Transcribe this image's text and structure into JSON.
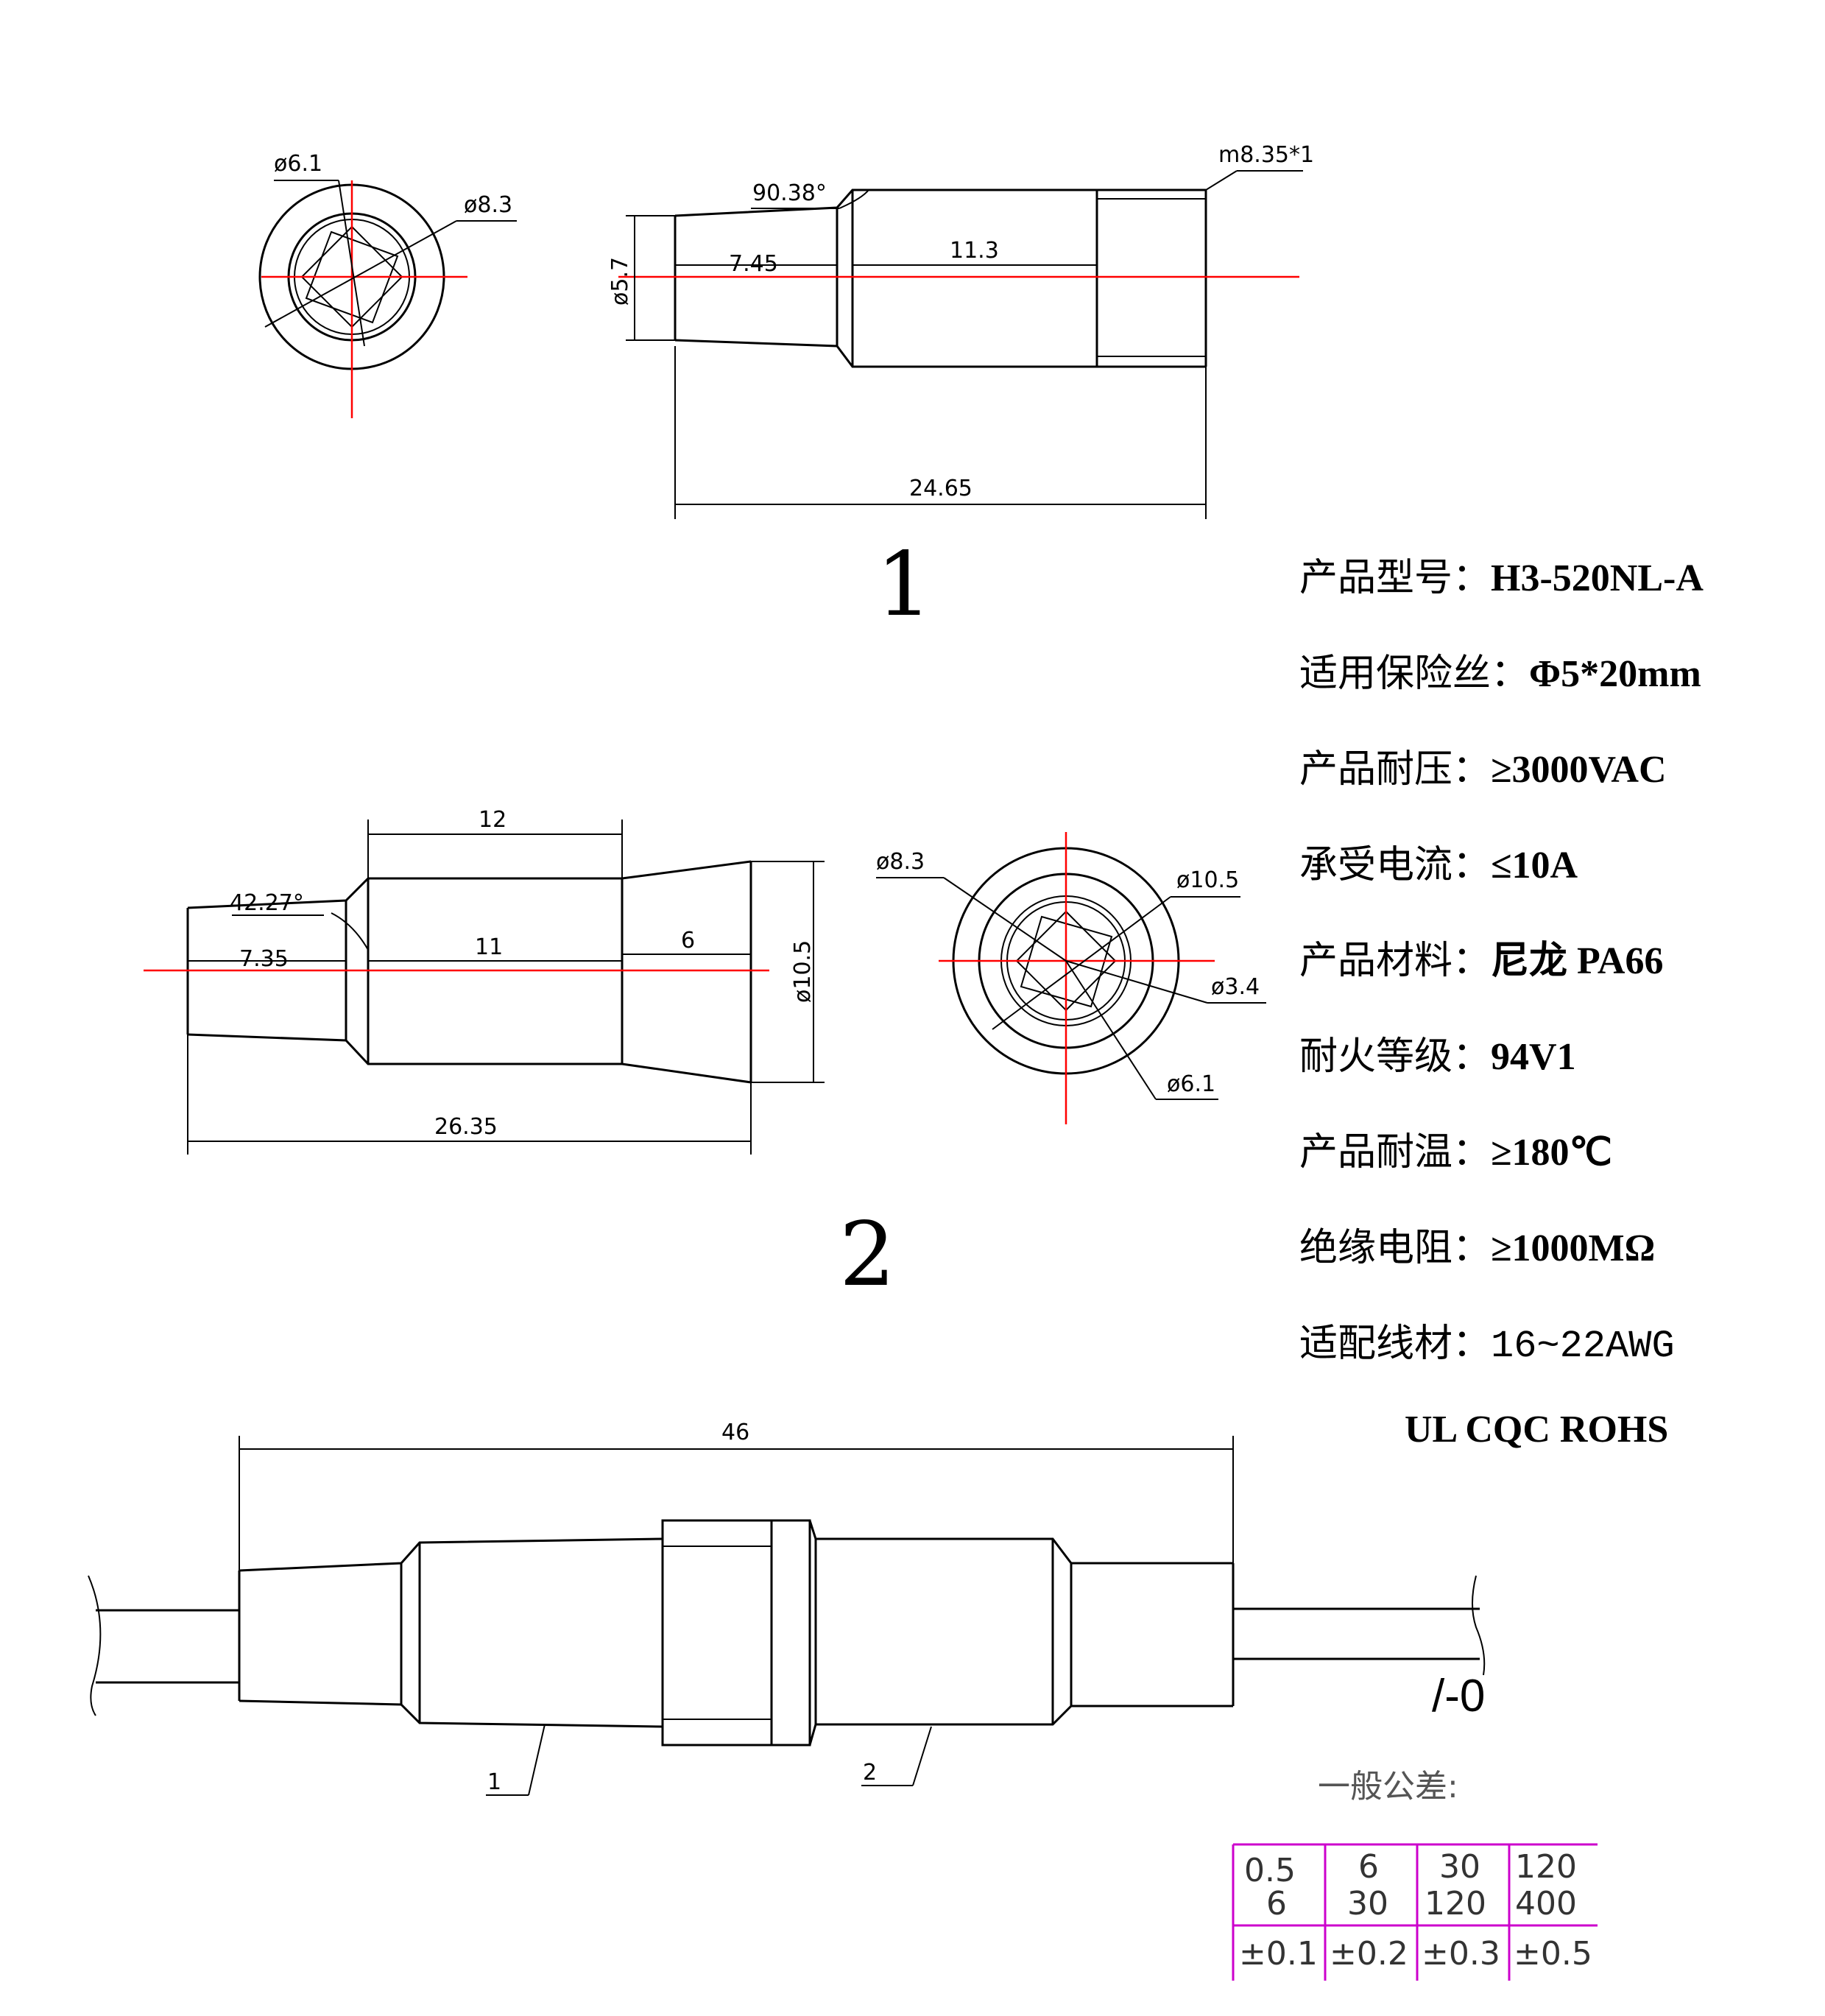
{
  "views": {
    "part1": {
      "label": "1",
      "end_view": {
        "d_inner": "ø6.1",
        "d_outer": "ø8.3"
      },
      "side_view": {
        "thread": "m8.35*1",
        "angle": "90.38°",
        "diameter": "ø5.7",
        "len_a": "7.45",
        "len_b": "11.3",
        "total": "24.65"
      }
    },
    "part2": {
      "label": "2",
      "side_view": {
        "top": "12",
        "angle": "42.27°",
        "len_a": "7.35",
        "len_b": "11",
        "len_c": "6",
        "diameter": "ø10.5",
        "total": "26.35"
      },
      "end_view": {
        "d1": "ø8.3",
        "d2": "ø10.5",
        "d3": "ø3.4",
        "d4": "ø6.1"
      }
    },
    "assembly": {
      "total": "46",
      "callout_1": "1",
      "callout_2": "2"
    }
  },
  "specs": [
    {
      "label": "产品型号：",
      "value": "H3-520NL-A"
    },
    {
      "label": "适用保险丝：",
      "value": "Φ5*20mm"
    },
    {
      "label": "产品耐压：",
      "value": "≥3000VAC"
    },
    {
      "label": "承受电流：",
      "value": "≤10A"
    },
    {
      "label": "产品材料：",
      "value": "尼龙  PA66"
    },
    {
      "label": "耐火等级：",
      "value": "94V1"
    },
    {
      "label": "产品耐温：",
      "value": "≥180℃"
    },
    {
      "label": "绝缘电阻：",
      "value": "≥1000MΩ"
    },
    {
      "label": "适配线材：",
      "value": "16~22AWG"
    }
  ],
  "certifications": "UL CQC    ROHS",
  "note": "/-0",
  "tolerance": {
    "title": "一般公差:",
    "ranges": [
      {
        "from": "0.5",
        "to": "6",
        "tol": "±0.1"
      },
      {
        "from": "6",
        "to": "30",
        "tol": "±0.2"
      },
      {
        "from": "30",
        "to": "120",
        "tol": "±0.3"
      },
      {
        "from": "120",
        "to": "400",
        "tol": "±0.5"
      }
    ]
  },
  "colors": {
    "centerline": "#ff0000",
    "table_grid": "#cc00cc",
    "line": "#000000"
  }
}
